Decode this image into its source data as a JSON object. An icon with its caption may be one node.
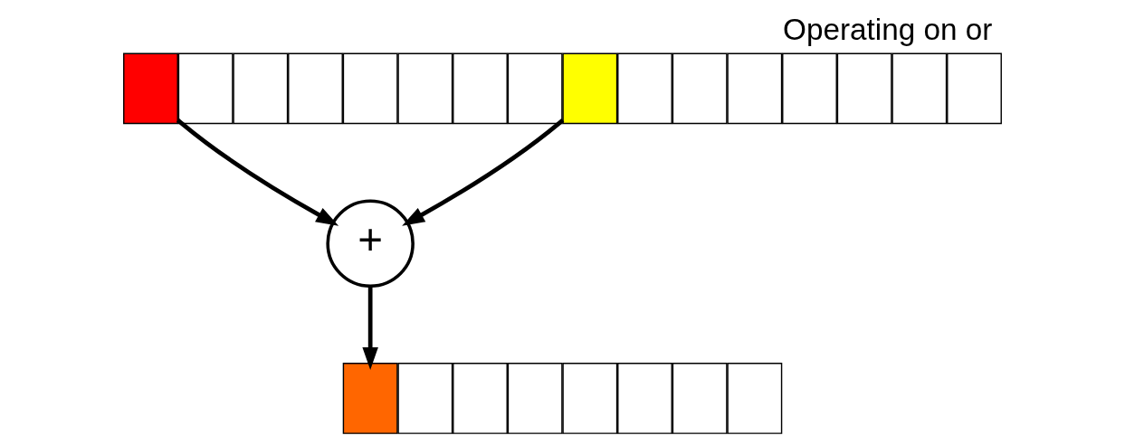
{
  "diagram": {
    "title": "Operating on or",
    "nodes": [
      {
        "text": [],
        "shape": "box"
      },
      {
        "text": [],
        "shape": "box"
      },
      {
        "text": [],
        "shape": "box"
      },
      {
        "text": [],
        "shape": "box"
      },
      {
        "text": [],
        "shape": "box"
      },
      {
        "text": [],
        "shape": "box"
      },
      {
        "text": [],
        "shape": "box"
      },
      {
        "text": [],
        "shape": "box"
      },
      {
        "text": [],
        "shape": "box"
      },
      {
        "text": [],
        "shape": "box"
      },
      {
        "text": [],
        "shape": "box"
      },
      {
        "text": [],
        "shape": "box"
      },
      {
        "text": [],
        "shape": "box"
      },
      {
        "text": [],
        "shape": "box"
      },
      {
        "text": [],
        "shape": "box"
      },
      {
        "text": [],
        "shape": "box"
      },
      {
        "text": [
          "+"
        ]
      },
      {
        "text": [],
        "shape": "box"
      },
      {
        "text": [],
        "shape": "box"
      },
      {
        "text": [],
        "shape": "box"
      },
      {
        "text": [],
        "shape": "box"
      },
      {
        "text": [],
        "shape": "box"
      },
      {
        "text": [],
        "shape": "box"
      },
      {
        "text": [],
        "shape": "box"
      },
      {
        "text": [],
        "shape": "box"
      }
    ],
    "edges": [
      {
        "from": 0,
        "to": 16,
        "arrow": "to"
      },
      {
        "from": 8,
        "to": 16,
        "arrow": "to"
      },
      {
        "from": 16,
        "to": 17,
        "arrow": "to"
      }
    ]
  }
}
